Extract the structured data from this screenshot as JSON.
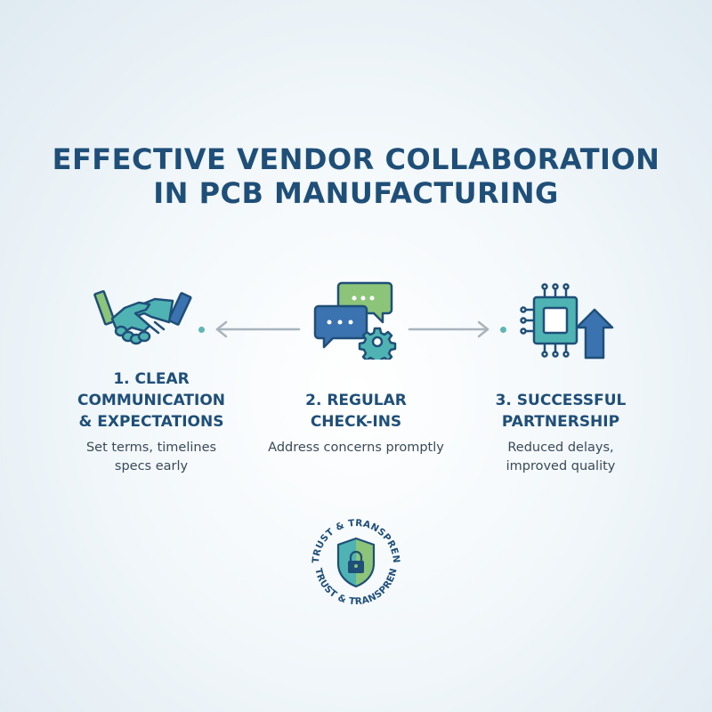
{
  "title": {
    "line1": "EFFECTIVE VENDOR COLLABORATION",
    "line2": "IN PCB MANUFACTURING"
  },
  "steps": [
    {
      "title_lines": [
        "1. CLEAR",
        "COMMUNICATION",
        "& EXPECTATIONS"
      ],
      "desc_lines": [
        "Set terms, timelines",
        "specs early"
      ],
      "icon": "handshake-icon"
    },
    {
      "title_lines": [
        "2. REGULAR",
        "CHECK-INS"
      ],
      "desc_lines": [
        "Address concerns promptly"
      ],
      "icon": "chat-gear-icon"
    },
    {
      "title_lines": [
        "3. SUCCESSFUL",
        "PARTNERSHIP"
      ],
      "desc_lines": [
        "Reduced delays,",
        "improved quality"
      ],
      "icon": "chip-arrow-icon"
    }
  ],
  "badge": {
    "ring_text_top": "TRUST & TRANSPREN",
    "ring_text_bottom": "TRUST & TRANSPREN",
    "icon": "shield-lock-icon"
  },
  "colors": {
    "navy": "#1f4f78",
    "blue": "#3b72b0",
    "teal": "#4fb3b3",
    "green": "#8cc47a",
    "arrow_gray": "#a9b4bd"
  }
}
